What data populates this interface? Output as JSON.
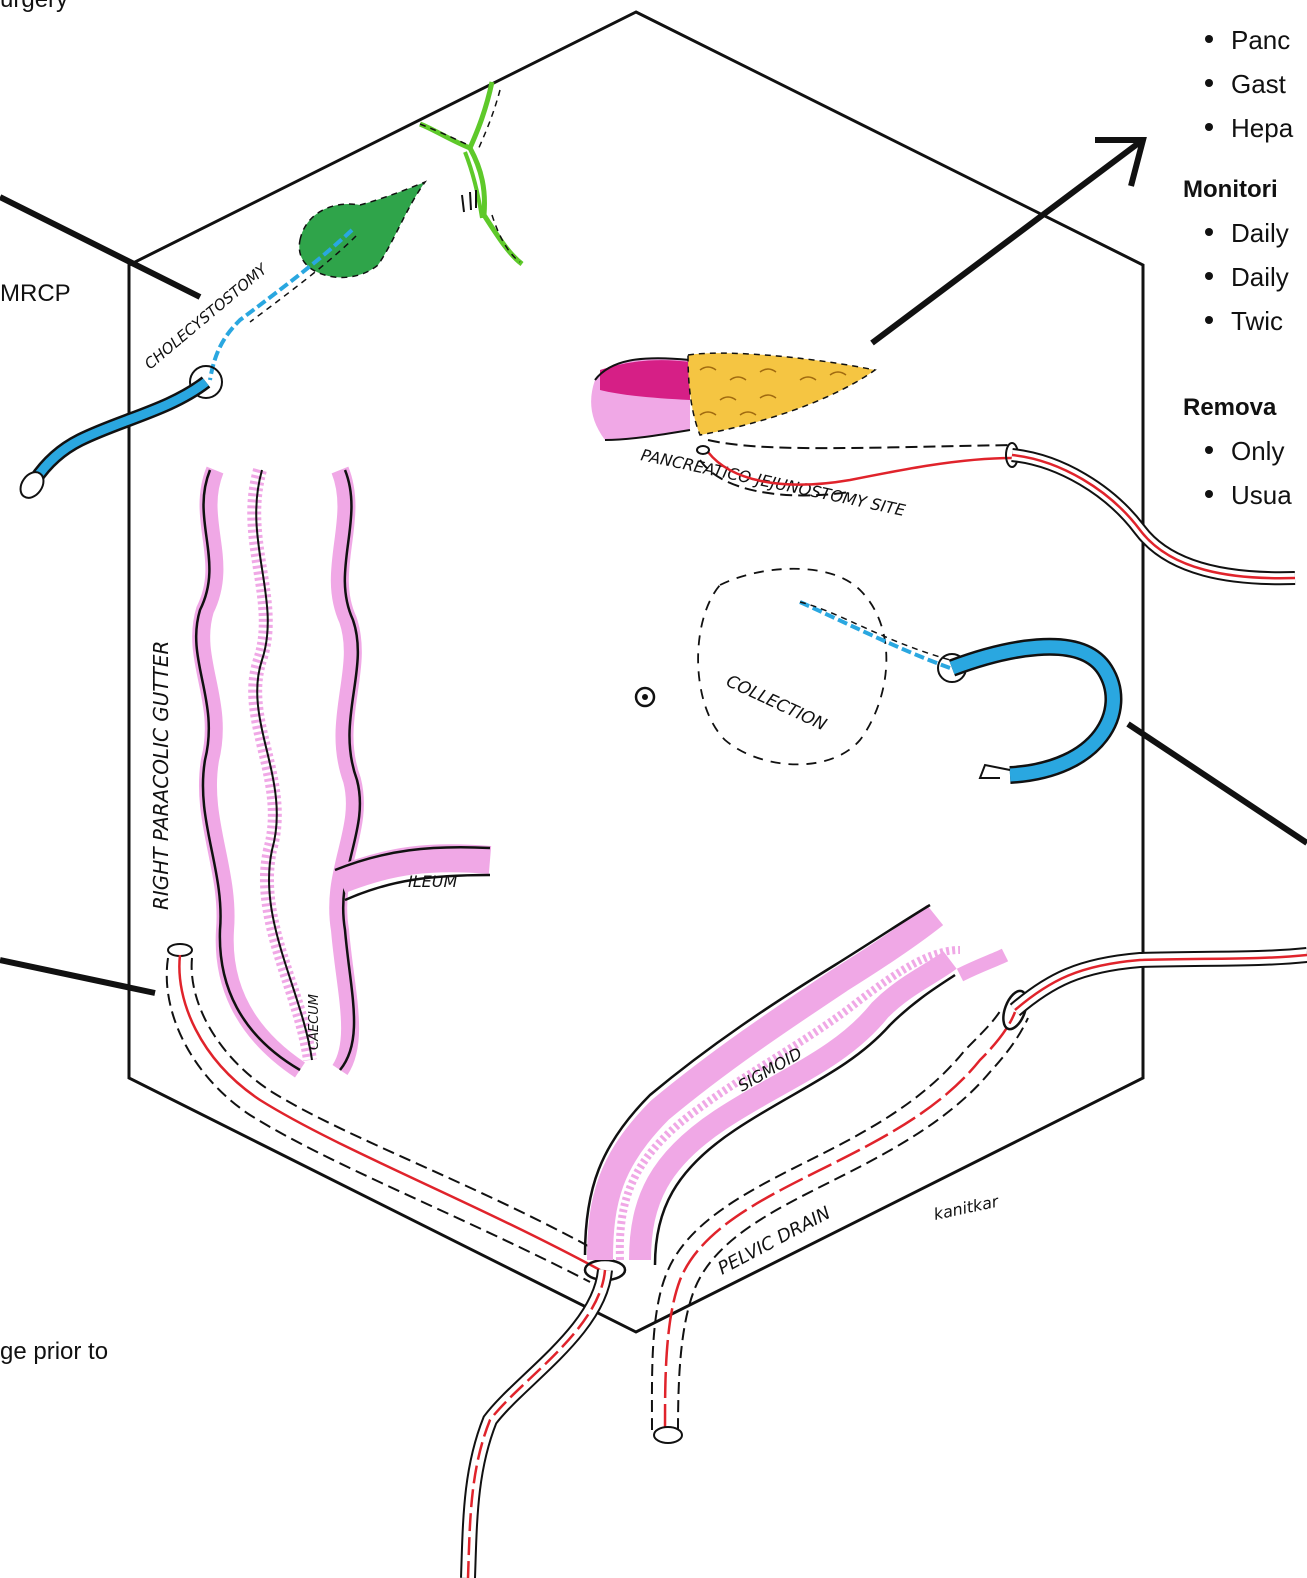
{
  "left_snippets": {
    "top_text": "urgery",
    "mrcp_text": "MRCP",
    "bottom_text": "ge prior to"
  },
  "right_panel": {
    "list1": [
      "Panc",
      "Gast",
      "Hepa"
    ],
    "monitoring_heading": "Monitori",
    "list2": [
      "Daily",
      "Daily",
      "Twic"
    ],
    "removal_heading": "Remova",
    "list3": [
      "Only",
      "Usua"
    ]
  },
  "labels": {
    "cholecystostomy": "CHOLECYSTOSTOMY",
    "pj_site": "PANCREATICO-JEJUNOSTOMY SITE",
    "right_paracolic": "RIGHT PARACOLIC GUTTER",
    "ileum": "ILEUM",
    "caecum": "CAECUM",
    "collection": "COLLECTION",
    "sigmoid": "SIGMOID",
    "pelvic_drain": "PELVIC DRAIN",
    "signature": "kanitkar"
  },
  "colors": {
    "outline": "#111111",
    "drain_red": "#e0232b",
    "drain_blue": "#2aa7e0",
    "bowel_pink": "#f0a8e6",
    "pancreas_yellow": "#f5c542",
    "jejunum_magenta": "#d61f86",
    "gallbladder_green": "#2fa44a",
    "duct_green": "#5ec92a"
  },
  "icons": [
    "drain-tube-icon",
    "arrow-icon"
  ]
}
